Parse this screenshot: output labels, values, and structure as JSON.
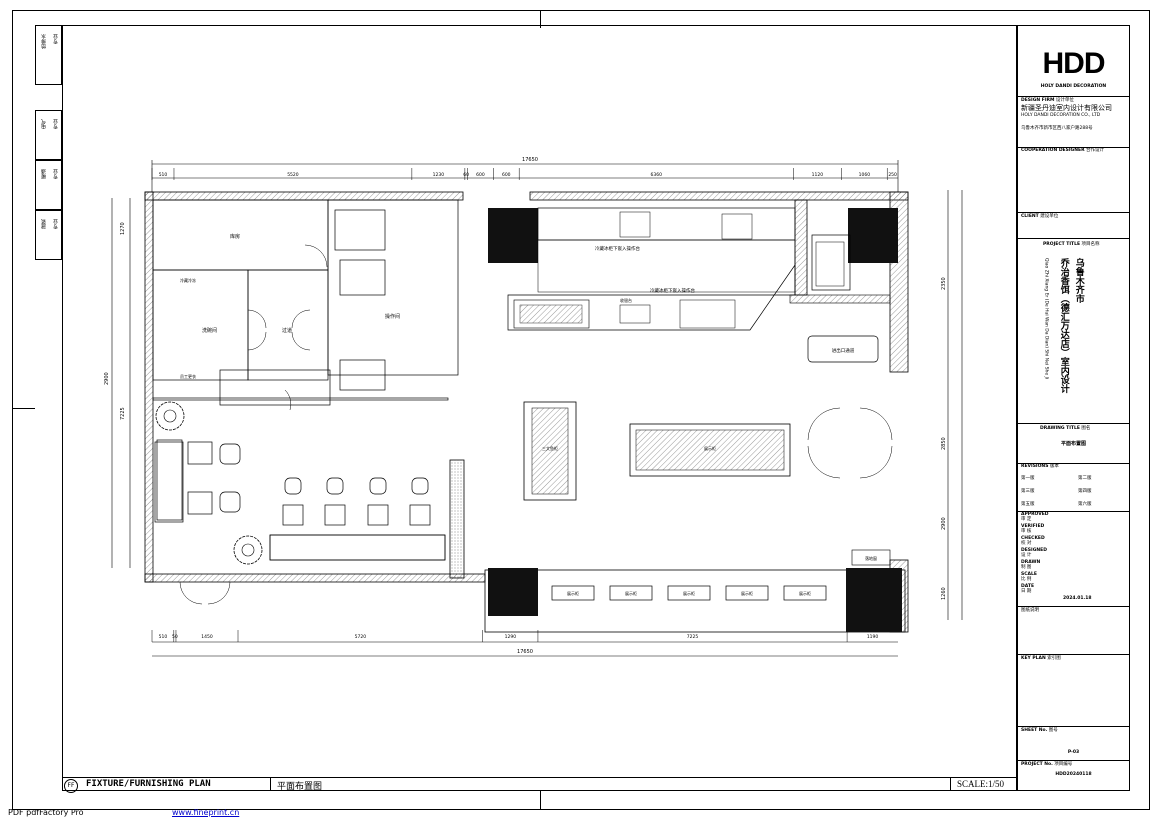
{
  "plan": {
    "title_en": "FIXTURE/FURNISHING PLAN",
    "title_cn": "平面布置图",
    "scale": "SCALE:1/50",
    "label_ff": "FF",
    "overall_width": "17650",
    "overall_width_bottom": "17650",
    "top_dims": [
      "510",
      "5520",
      "1230",
      "60",
      "600",
      "600",
      "6360",
      "1120",
      "1060",
      "250"
    ],
    "bottom_dims": [
      "510",
      "50",
      "1450",
      "5720",
      "1290",
      "7225",
      "1190"
    ],
    "left_dims": [
      "1270",
      "2900",
      "7225"
    ],
    "right_dims": [
      "2350",
      "2850",
      "2900",
      "1260"
    ],
    "rooms": {
      "storage": "库房",
      "wash_staff": "洗碗间",
      "corridor": "过道",
      "prep": "操作间",
      "cold_label": "冷藏冷冻",
      "staff_changing": "员工更衣"
    },
    "counters": {
      "counter_a": "冷藏冰柜下嵌入操作台",
      "counter_b": "冷藏冰柜下嵌入操作台",
      "island_left": "三文鱼柜",
      "island_right": "展示柜",
      "bar": "展示柜",
      "cashier": "收银台",
      "door_label": "进出口通道",
      "window": "落地窗",
      "display_strip": [
        "展示柜",
        "展示柜",
        "展示柜",
        "展示柜",
        "展示柜"
      ]
    }
  },
  "titleblock": {
    "logo": "HDD",
    "logo_sub": "HOLY DANDI DECORATION",
    "design_firm_label": "DESIGN FIRM",
    "design_firm_cn_label": "设计单位",
    "firm_name_cn": "新疆圣丹迪室内设计有限公司",
    "firm_name_en": "HOLY DANDI DECORATION CO., LTD",
    "address": "乌鲁木齐市新市区西八家户路288号",
    "cooperation_label": "COOPERATION DESIGNER",
    "cooperation_cn": "合作设计",
    "client_label": "CLIENT",
    "client_cn": "建设单位",
    "project_title_label": "PROJECT TITLE",
    "project_title_cn": "项目名称",
    "project_name_1": "乌鲁木齐市",
    "project_name_2": "乔治香饵（德汇万达店）室内设计",
    "project_name_en": "Qiao Zhi Xiang Er (De Hui Wan Da Dian) Shi Nei She Ji",
    "drawing_title_label": "DRAWING TITLE",
    "drawing_title_cn": "图名",
    "drawing_title": "平面布置图",
    "revisions_label": "REVISIONS",
    "revisions_cn": "版本",
    "rev_items": [
      "第一版",
      "第二版",
      "第三版",
      "第四版",
      "第五版",
      "第六版"
    ],
    "approved_label": "APPROVED",
    "approved_cn": "审 定",
    "verified_label": "VERIFIED",
    "verified_cn": "审 核",
    "checked_label": "CHECKED",
    "checked_cn": "校 对",
    "designed_label": "DESIGNED",
    "designed_cn": "设 计",
    "drawn_label": "DRAWN",
    "drawn_cn": "制 图",
    "scale_label": "SCALE",
    "scale_cn": "比 例",
    "date_label": "DATE",
    "date_cn": "日 期",
    "date_value": "2024.01.18",
    "notes_title": "图纸说明",
    "key_plan_label": "KEY PLAN",
    "key_plan_cn": "索引图",
    "sheet_no_label": "SHEET No.",
    "sheet_no_cn": "图号",
    "sheet_no": "P-03",
    "project_no_label": "PROJECT No.",
    "project_no_cn": "项目编号",
    "project_no": "HDD20240118"
  },
  "side_labels": [
    "给排水",
    "电气",
    "暖通",
    "建筑"
  ],
  "side_sub": [
    "专业",
    "专业",
    "专业",
    "专业"
  ],
  "footer": {
    "left": "PDF pdfFactory Pro",
    "link": "www.fineprint.cn"
  }
}
